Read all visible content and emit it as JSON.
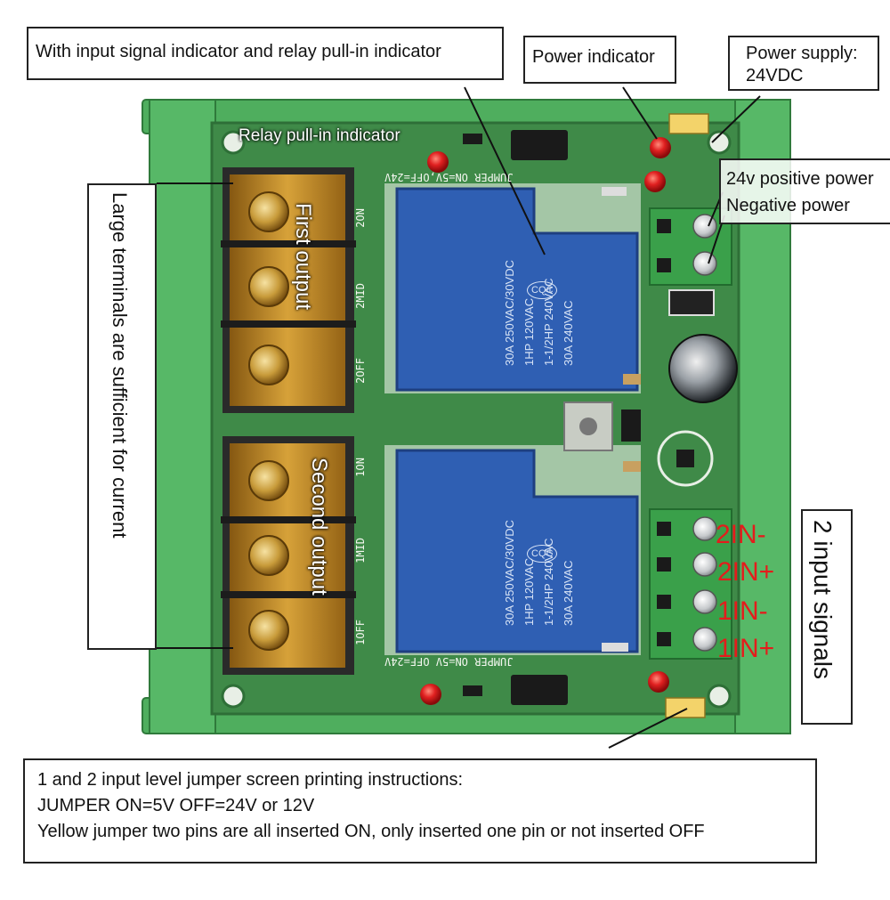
{
  "callouts": {
    "indicators": "With input signal indicator and relay pull-in indicator",
    "power_indicator": "Power indicator",
    "power_supply_line1": "Power supply:",
    "power_supply_line2": "24VDC",
    "positive_power": "24v positive power",
    "negative_power": "Negative power",
    "large_terminals": "Large terminals are sufficient for current",
    "input_signals": "2 input signals",
    "relay_pull_in": "Relay pull-in indicator",
    "first_output": "First output",
    "second_output": "Second output"
  },
  "input_labels": [
    "2IN-",
    "2IN+",
    "1IN-",
    "1IN+"
  ],
  "jumper_note": {
    "line1": "1 and 2 input level jumper screen printing instructions:",
    "line2": "JUMPER ON=5V OFF=24V or 12V",
    "line3": "Yellow jumper two pins are all inserted ON, only inserted one pin or not inserted OFF"
  },
  "relay_marking": {
    "line1": "30A  250VAC/30VDC",
    "line2": "1HP 120VAC",
    "line3": "1-1/2HP 240VAC",
    "line4": "30A 240VAC",
    "brand": "CQC"
  },
  "silkscreen": {
    "top_jumper": "JUMPER ON=5V,OFF=24V",
    "bottom_jumper": "JUMPER ON=5V OFF=24V",
    "out2_labels": [
      "2ON",
      "2MID",
      "2OFF"
    ],
    "out1_labels": [
      "1ON",
      "1MID",
      "1OFF"
    ]
  },
  "colors": {
    "pcb": "#3f8a48",
    "rail": "#4fae5e",
    "relay": "#2f5fb3",
    "terminal_block": "#c88a1c",
    "input_terminal": "#3aa04a",
    "label_red": "#e41c1c"
  }
}
